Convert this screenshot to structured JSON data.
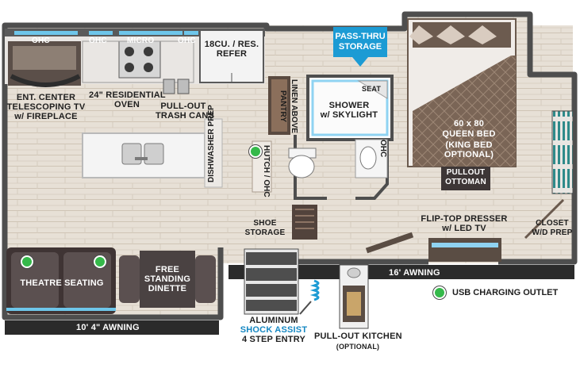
{
  "labels": {
    "ohc_left": "OHC",
    "ohc_mid": "OHC",
    "micro": "MICRO",
    "ohc_right": "OHC",
    "refer": "18CU. / RES.\nREFER",
    "pass_thru": "PASS-THRU\nSTORAGE",
    "ent_center": "ENT. CENTER\nTELESCOPING TV\nw/ FIREPLACE",
    "oven": "24\" RESIDENTIAL\nOVEN",
    "trash": "PULL-OUT\nTRASH CANS",
    "linen": "LINEN ABOVE",
    "pantry": "PANTRY",
    "seat": "SEAT",
    "shower": "SHOWER\nw/ SKYLIGHT",
    "ohc_bath": "OHC",
    "bed_size": "60 x 80",
    "bed_name": "QUEEN BED",
    "bed_option": "(KING BED\nOPTIONAL)",
    "ottoman": "PULLOUT\nOTTOMAN",
    "dishwasher": "DISHWASHER\nPREP",
    "hutch": "HUTCH / OHC",
    "shoe": "SHOE\nSTORAGE",
    "dresser": "FLIP-TOP DRESSER\nw/ LED TV",
    "closet": "CLOSET\nW/D PREP",
    "theatre": "THEATRE SEATING",
    "dinette": "FREE\nSTANDING\nDINETTE",
    "awning_right": "16' AWNING",
    "awning_left": "10' 4\" AWNING",
    "entry_line1": "ALUMINUM",
    "entry_line2": "SHOCK ASSIST",
    "entry_line3": "4 STEP ENTRY",
    "kitchen_line1": "PULL-OUT KITCHEN",
    "kitchen_line2": "(OPTIONAL)",
    "usb_legend": "USB CHARGING OUTLET"
  },
  "icons": {
    "usb": "usb-charging-outlet-dot",
    "shock": "shock-absorber-spring-icon"
  },
  "colors": {
    "wall": "#4e4e4e",
    "floor": "#e6dfd5",
    "floor_grain": "#d2c7b8",
    "counter": "#f1f1f1",
    "accent_blue": "#1c9bd4",
    "usb_green": "#35b94a",
    "bed_brown": "#6e5a4c",
    "furniture_dark": "#4b4141"
  }
}
